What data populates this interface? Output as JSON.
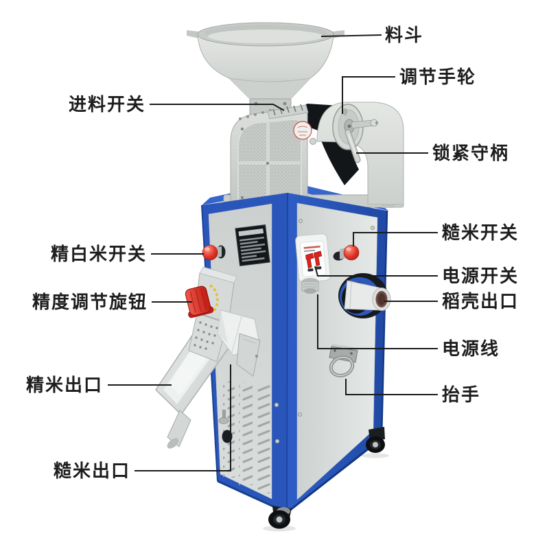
{
  "labels": {
    "hopper": "料斗",
    "adjusting_handwheel": "调节手轮",
    "locking_handle": "锁紧守柄",
    "brown_rice_switch": "糙米开关",
    "power_switch": "电源开关",
    "rice_husk_outlet": "稻壳出口",
    "power_cord": "电源线",
    "lifting_handle": "抬手",
    "feed_switch": "进料开关",
    "white_rice_switch": "精白米开关",
    "precision_adjust_knob": "精度调节旋钮",
    "milled_rice_outlet": "精米出口",
    "brown_rice_outlet": "糙米出口"
  },
  "colors": {
    "background": "#ffffff",
    "cabinet_blue": "#2a57bd",
    "panel_gray": "#d5d9d8",
    "machine_gray": "#d8dbd7",
    "knob_red": "#d8281f",
    "label_text": "#1d1d1d",
    "leader_line": "#1a1a1a"
  }
}
